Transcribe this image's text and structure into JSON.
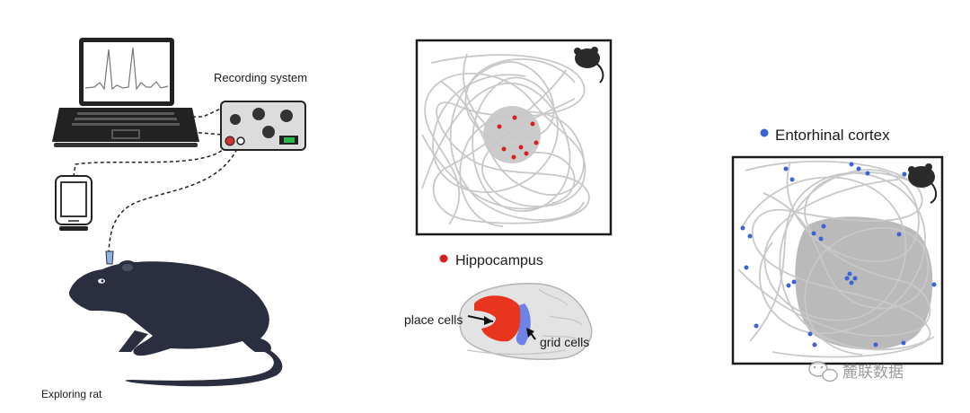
{
  "labels": {
    "recording_system": "Recording system",
    "exploring_rat": "Exploring rat",
    "hippocampus": "Hippocampus",
    "entorhinal_cortex": "Entorhinal cortex",
    "place_cells": "place cells",
    "grid_cells": "grid cells",
    "watermark": "麓联数据"
  },
  "colors": {
    "hippocampus_marker": "#d62020",
    "entorhinal_marker": "#3a63d6",
    "rat_body": "#2b2e3f",
    "trajectory": "#c8c8c8",
    "field": "#b4b4b4",
    "place_cell_region": "#e8361e",
    "grid_cell_region": "#6f83e6"
  },
  "icons": [
    "laptop-icon",
    "recording-box-icon",
    "phone-icon",
    "rat-icon",
    "mouse-icon",
    "brain-icon",
    "wechat-icon"
  ]
}
